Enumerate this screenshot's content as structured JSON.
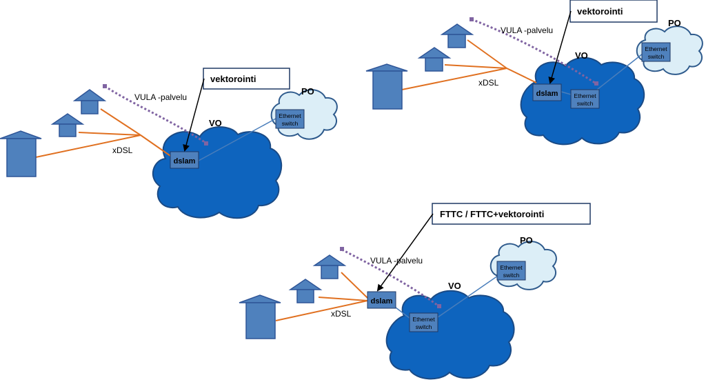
{
  "colors": {
    "vo_cloud": "#0E64BE",
    "vo_cloud_stroke": "#1A4A85",
    "po_cloud": "#DCEEF7",
    "po_cloud_stroke": "#2E5A8C",
    "house": "#4F81BD",
    "house_stroke": "#2F5597",
    "xdsl_line": "#E07020",
    "vula_dotted": "#8064A2",
    "link": "#4A7EBB",
    "box_fill": "#4F81BD",
    "box_stroke": "#1F3864"
  },
  "diagrams": [
    {
      "id": "vectoring",
      "labels": {
        "callout": "vektorointi",
        "vula": "VULA -palvelu",
        "xdsl": "xDSL",
        "vo": "VO",
        "po": "PO",
        "dslam": "dslam",
        "switch_line1": "Ethernet",
        "switch_line2": "switch"
      }
    },
    {
      "id": "vectoring-vo-switch",
      "labels": {
        "callout": "vektorointi",
        "vula": "VULA -palvelu",
        "xdsl": "xDSL",
        "vo": "VO",
        "po": "PO",
        "dslam": "dslam",
        "vo_switch_line1": "Ethernet",
        "vo_switch_line2": "switch",
        "po_switch_line1": "Ethernet",
        "po_switch_line2": "switch"
      }
    },
    {
      "id": "fttc",
      "labels": {
        "callout": "FTTC / FTTC+vektorointi",
        "vula": "VULA -palvelu",
        "xdsl": "xDSL",
        "vo": "VO",
        "po": "PO",
        "dslam": "dslam",
        "vo_switch_line1": "Ethernet",
        "vo_switch_line2": "switch",
        "po_switch_line1": "Ethernet",
        "po_switch_line2": "switch"
      }
    }
  ]
}
